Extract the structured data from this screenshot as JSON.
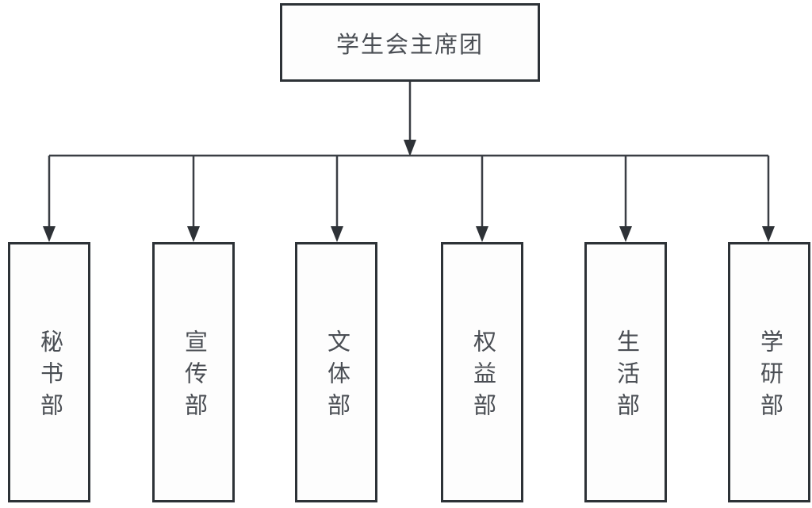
{
  "diagram": {
    "type": "org-chart",
    "root": {
      "label": "学生会主席团"
    },
    "departments": [
      {
        "label": "秘书部"
      },
      {
        "label": "宣传部"
      },
      {
        "label": "文体部"
      },
      {
        "label": "权益部"
      },
      {
        "label": "生活部"
      },
      {
        "label": "学研部"
      }
    ],
    "colors": {
      "border": "#2d3237",
      "line": "#3a3e44",
      "arrow": "#2e3237",
      "text": "#4a4e54",
      "background": "#ffffff"
    }
  }
}
